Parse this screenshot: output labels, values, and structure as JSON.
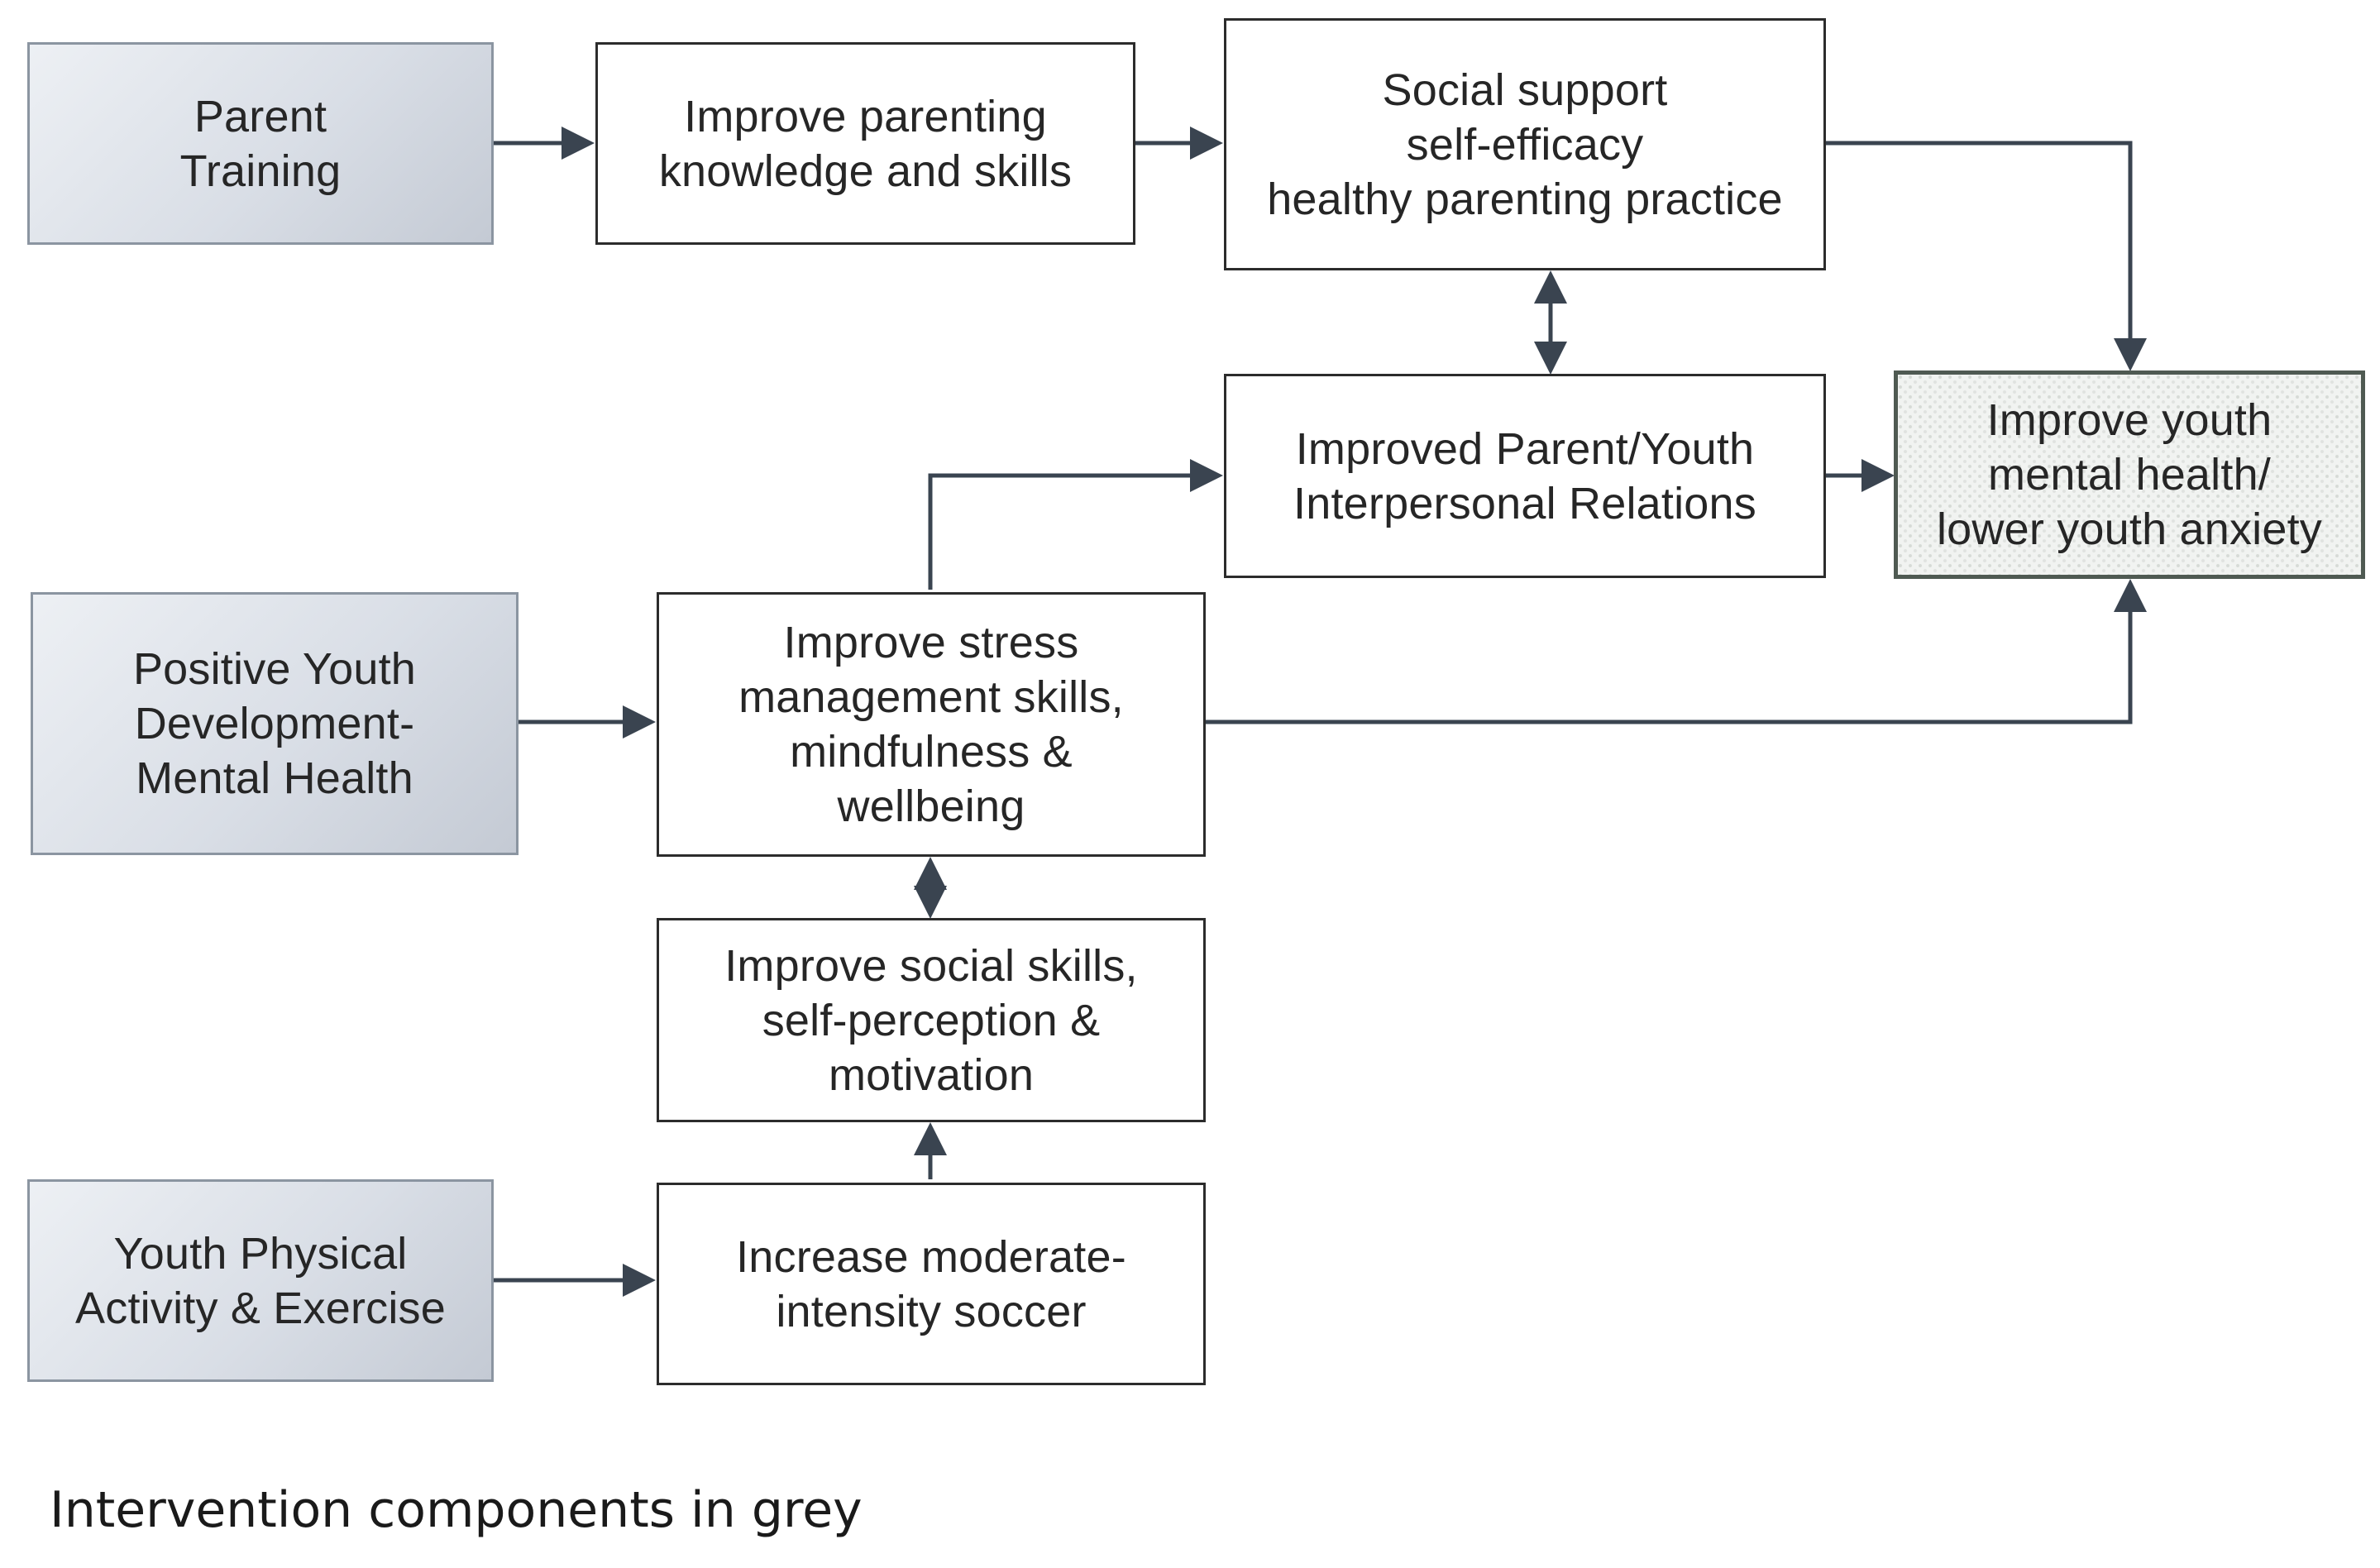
{
  "nodes": {
    "parent_training": {
      "label": "Parent\nTraining",
      "kind": "intervention"
    },
    "improve_parenting": {
      "label": "Improve parenting\nknowledge and skills",
      "kind": "outcome"
    },
    "social_support": {
      "label": "Social support\nself-efficacy\nhealthy parenting practice",
      "kind": "outcome"
    },
    "parent_youth_relations": {
      "label": "Improved Parent/Youth\nInterpersonal Relations",
      "kind": "outcome"
    },
    "youth_mental_health": {
      "label": "Improve youth\nmental health/\nlower youth anxiety",
      "kind": "final-outcome"
    },
    "positive_youth_dev": {
      "label": "Positive Youth\nDevelopment-\nMental Health",
      "kind": "intervention"
    },
    "stress_management": {
      "label": "Improve stress\nmanagement skills,\nmindfulness &\nwellbeing",
      "kind": "outcome"
    },
    "social_skills": {
      "label": "Improve social  skills,\nself-perception &\nmotivation",
      "kind": "outcome"
    },
    "youth_physical_activity": {
      "label": "Youth Physical\nActivity & Exercise",
      "kind": "intervention"
    },
    "moderate_soccer": {
      "label": "Increase moderate-\nintensity soccer",
      "kind": "outcome"
    }
  },
  "edges": [
    {
      "from": "parent_training",
      "to": "improve_parenting",
      "direction": "forward"
    },
    {
      "from": "improve_parenting",
      "to": "social_support",
      "direction": "forward"
    },
    {
      "from": "social_support",
      "to": "youth_mental_health",
      "direction": "forward"
    },
    {
      "from": "social_support",
      "to": "parent_youth_relations",
      "direction": "both"
    },
    {
      "from": "parent_youth_relations",
      "to": "youth_mental_health",
      "direction": "forward"
    },
    {
      "from": "positive_youth_dev",
      "to": "stress_management",
      "direction": "forward"
    },
    {
      "from": "stress_management",
      "to": "parent_youth_relations",
      "direction": "forward"
    },
    {
      "from": "stress_management",
      "to": "youth_mental_health",
      "direction": "forward"
    },
    {
      "from": "stress_management",
      "to": "social_skills",
      "direction": "both"
    },
    {
      "from": "moderate_soccer",
      "to": "social_skills",
      "direction": "forward"
    },
    {
      "from": "youth_physical_activity",
      "to": "moderate_soccer",
      "direction": "forward"
    }
  ],
  "caption": "Intervention components in grey",
  "colors": {
    "intervention_fill": "#d9dee6",
    "intervention_border": "#8b95a1",
    "outcome_border": "#2c2c2c",
    "target_border": "#4f5a52",
    "connector": "#3a4450"
  }
}
